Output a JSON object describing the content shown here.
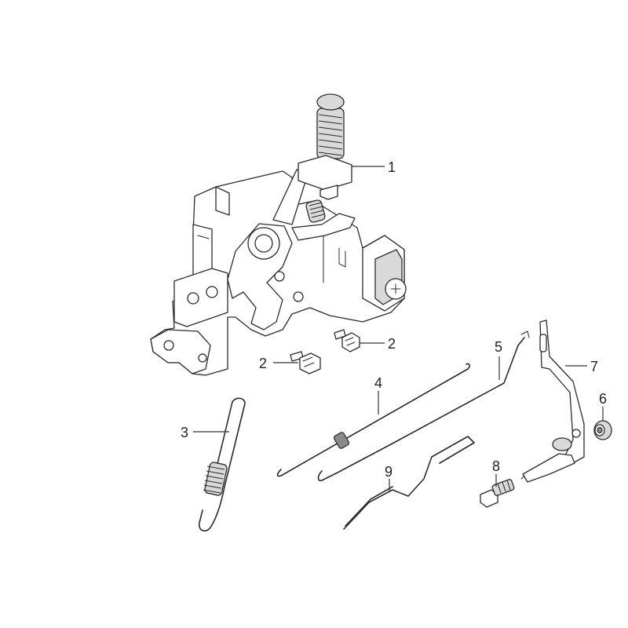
{
  "callouts": {
    "c1": "1",
    "c2a": "2",
    "c2b": "2",
    "c3": "3",
    "c4": "4",
    "c5": "5",
    "c6": "6",
    "c7": "7",
    "c8": "8",
    "c9": "9"
  },
  "colors": {
    "line": "#2b2b2b",
    "fill": "#ffffff",
    "shade": "#d9d9d9"
  }
}
